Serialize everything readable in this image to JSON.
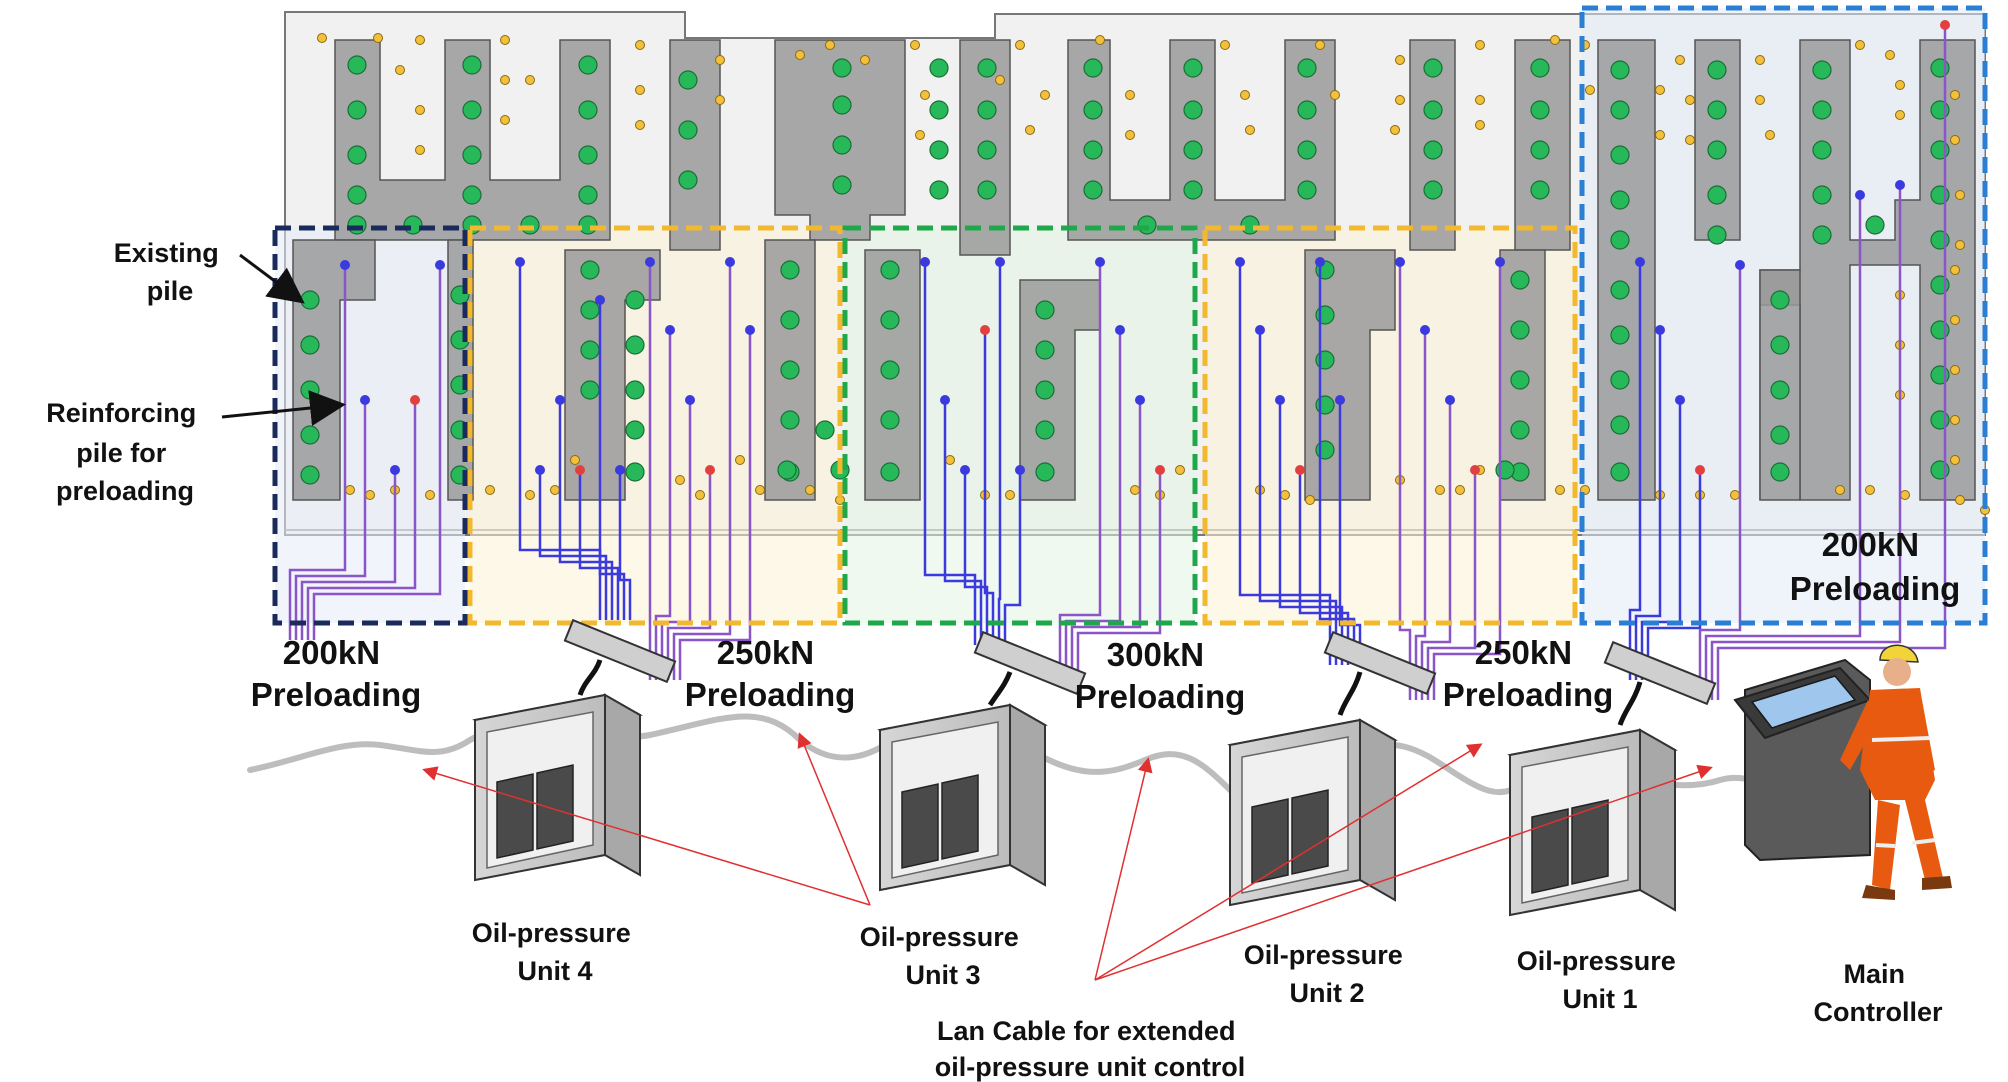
{
  "labels": {
    "existing_pile": [
      "Existing",
      "pile"
    ],
    "reinforcing_pile": [
      "Reinforcing",
      "pile for",
      "preloading"
    ],
    "lan_cable": [
      "Lan Cable for extended",
      "oil-pressure unit control"
    ],
    "main_controller": [
      "Main",
      "Controller"
    ]
  },
  "zones": [
    {
      "load": "200kN",
      "word": "Preloading",
      "color": "#1b2a5c"
    },
    {
      "load": "250kN",
      "word": "Preloading",
      "color": "#f2b82e"
    },
    {
      "load": "300kN",
      "word": "Preloading",
      "color": "#1fa84a"
    },
    {
      "load": "250kN",
      "word": "Preloading",
      "color": "#f2b82e"
    },
    {
      "load": "200kN",
      "word": "Preloading",
      "color": "#2a7fd4"
    }
  ],
  "units": [
    {
      "line1": "Oil-pressure",
      "line2": "Unit 4"
    },
    {
      "line1": "Oil-pressure",
      "line2": "Unit 3"
    },
    {
      "line1": "Oil-pressure",
      "line2": "Unit 2"
    },
    {
      "line1": "Oil-pressure",
      "line2": "Unit 1"
    }
  ],
  "colors": {
    "foundation": "#9a9a9a",
    "existing_pile": "#27b85a",
    "reinforcing_pile": "#3a3adf",
    "small_pile": "#f2c03a",
    "hydraulic_line": "#8a55c8",
    "lan_cable": "#bdbdbd",
    "pointer": "#e03030",
    "worker": "#e85a10"
  }
}
